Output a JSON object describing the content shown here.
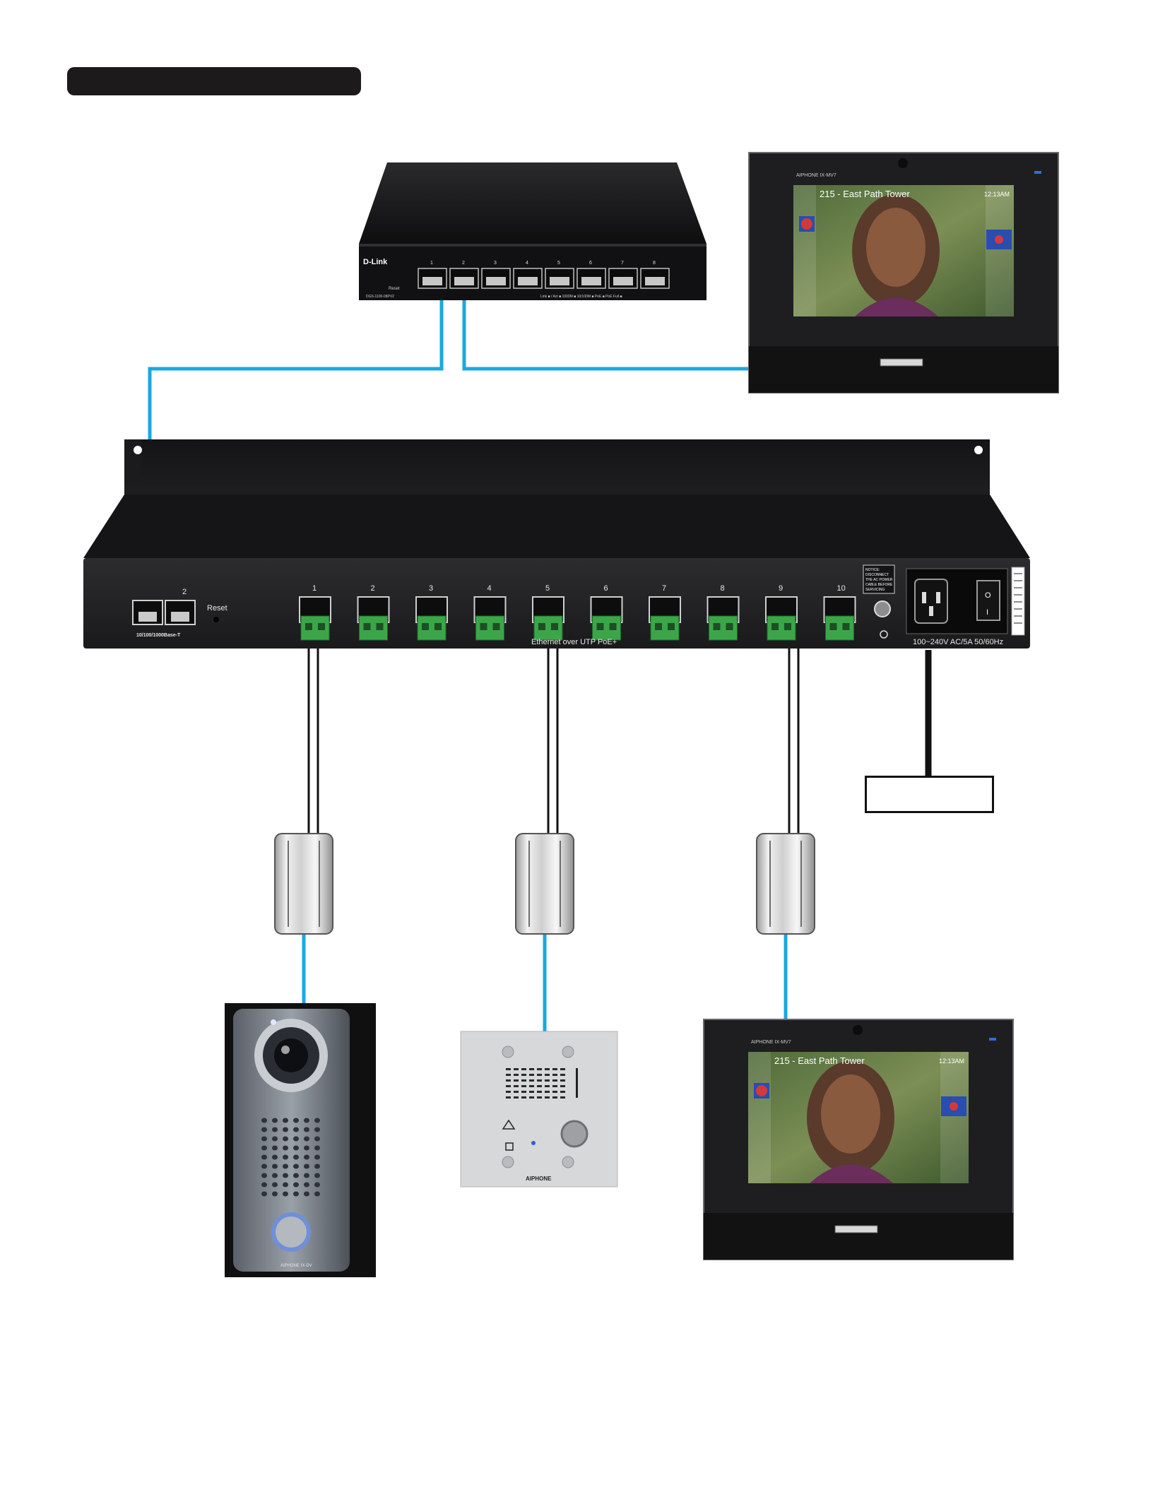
{
  "colors": {
    "ethernet": "#1aa8df",
    "wire": "#111111",
    "terminal": "#3aa648",
    "chassis": "#1c1c1e"
  },
  "switch": {
    "brand": "D-Link",
    "model": "DGS-1100-08PV2",
    "reset_label": "Reset",
    "port_numbers": [
      "1",
      "2",
      "3",
      "4",
      "5",
      "6",
      "7",
      "8"
    ],
    "legend": "Link ■ / Act ■   1000M ■   10/100M ■   PoE ■   PoE Full ■"
  },
  "monitor_top": {
    "brand": "AIPHONE  IX-MV7",
    "screen_title": "215 - East Path Tower",
    "time": "12:13AM"
  },
  "monitor_bottom": {
    "brand": "AIPHONE  IX-MV7",
    "screen_title": "215 - East Path Tower",
    "time": "12:13AM"
  },
  "extender": {
    "lan_port_label": "2",
    "lan_caption": "10/100/1000Base-T",
    "reset_label": "Reset",
    "port_numbers": [
      "1",
      "2",
      "3",
      "4",
      "5",
      "6",
      "7",
      "8",
      "9",
      "10"
    ],
    "center_caption": "Ethernet over UTP   PoE+",
    "notice": [
      "NOTICE:",
      "DISCONNECT",
      "THE AC POWER",
      "CABLE BEFORE",
      "SERVICING"
    ],
    "power_rating": "100~240V AC/5A  50/60Hz",
    "switch_labels": [
      "O",
      "I"
    ]
  },
  "door_station": {
    "brand": "AIPHONE  IX-DV"
  },
  "audio_station": {
    "brand": "AIPHONE"
  },
  "icons": [
    "ethernet-switch-icon",
    "touchscreen-monitor-icon",
    "ethernet-extender-icon",
    "adapter-icon",
    "video-door-station-icon",
    "audio-door-station-icon",
    "power-supply-icon"
  ]
}
